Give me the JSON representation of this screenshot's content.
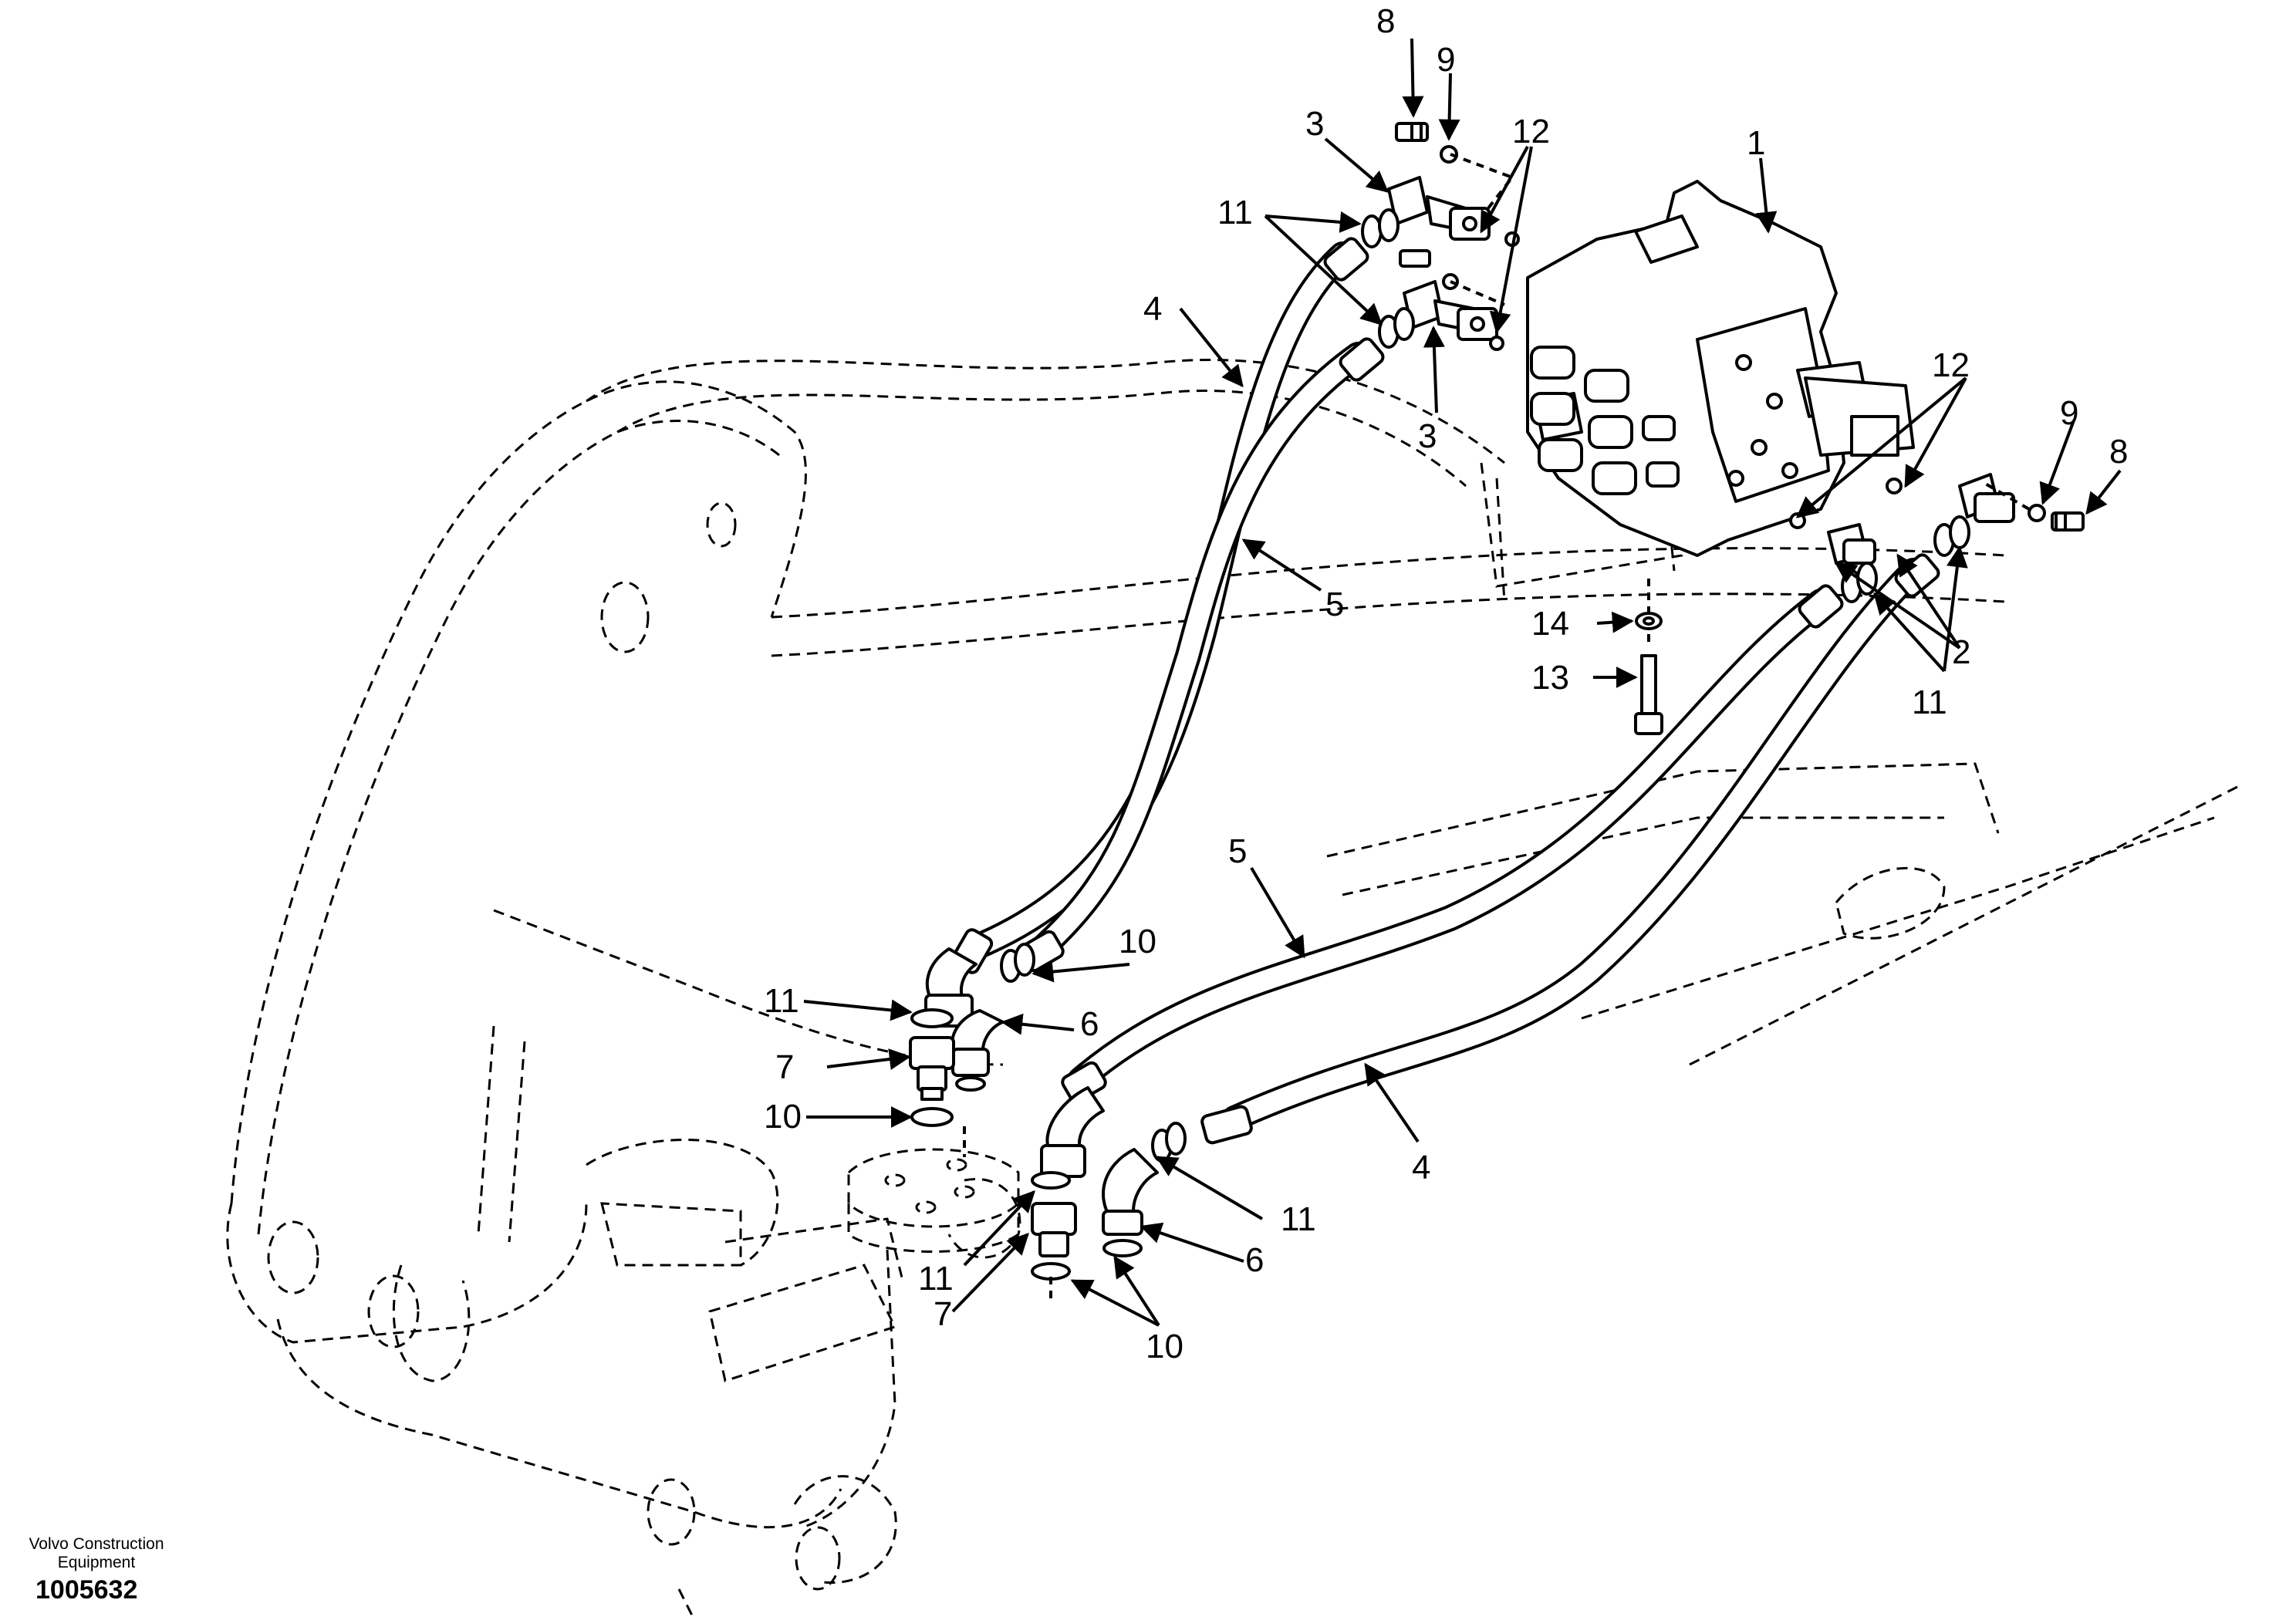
{
  "footer": {
    "brand_line1": "Volvo Construction",
    "brand_line2": "Equipment",
    "drawing_id": "1005632"
  },
  "callouts": {
    "c1": "1",
    "c2": "2",
    "c3a": "3",
    "c3b": "3",
    "c4a": "4",
    "c4b": "4",
    "c5a": "5",
    "c5b": "5",
    "c6a": "6",
    "c6b": "6",
    "c7a": "7",
    "c7b": "7",
    "c8a": "8",
    "c8b": "8",
    "c9a": "9",
    "c9b": "9",
    "c10a": "10",
    "c10b": "10",
    "c10c": "10",
    "c11a": "11",
    "c11b": "11",
    "c11c": "11",
    "c11d": "11",
    "c11e": "11",
    "c12a": "12",
    "c12b": "12",
    "c13": "13",
    "c14": "14"
  }
}
